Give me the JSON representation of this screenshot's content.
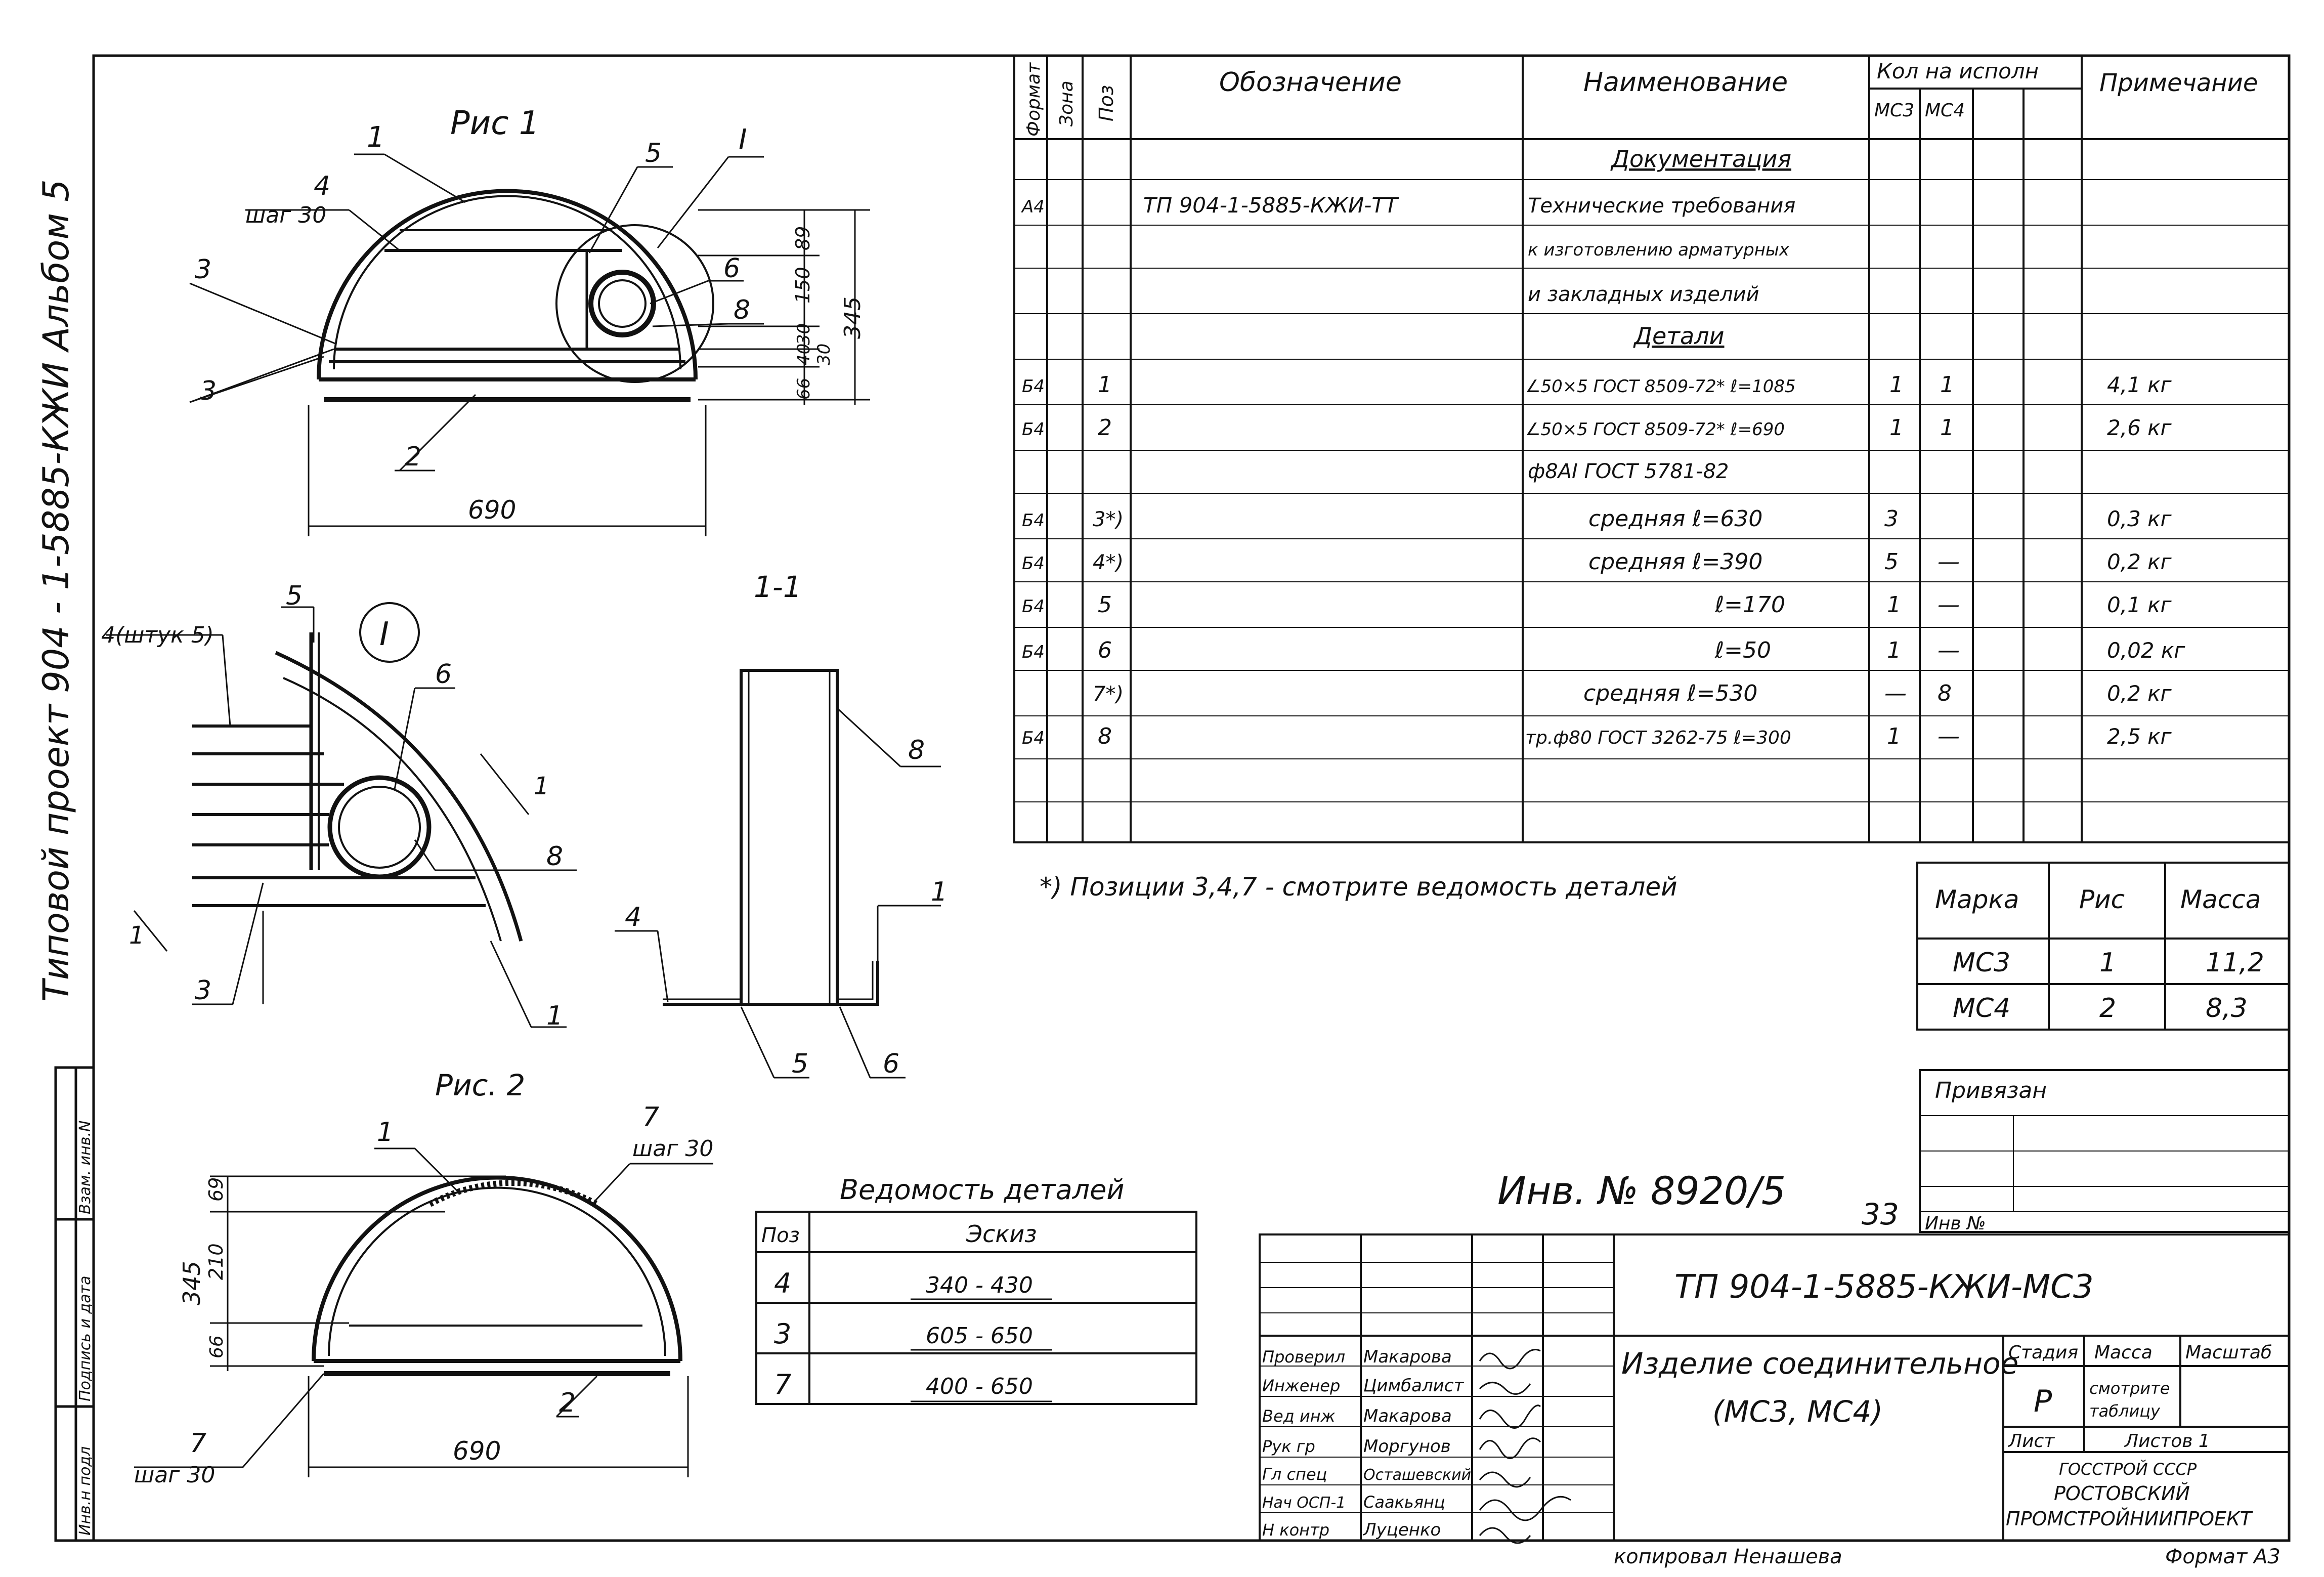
{
  "side": {
    "project_title": "Типовой проект   904 - 1-5885-КЖИ Альбом 5",
    "stamp_cells": [
      "Инв.н подл",
      "Подпись и дата",
      "Взам. инв.N"
    ]
  },
  "fig1": {
    "title": "Рис 1",
    "labels": {
      "l1": "1",
      "l2": "2",
      "l3a": "3",
      "l3b": "3",
      "l4": "4",
      "step": "шаг 30",
      "l5": "5",
      "l6": "6",
      "l8": "8",
      "zoneI": "I"
    },
    "dims": {
      "d89": "89",
      "d150": "150",
      "d30": "30",
      "d40": "40",
      "d66": "66",
      "d30b": "30",
      "d345": "345",
      "width": "690"
    }
  },
  "detailI": {
    "circle_label": "I",
    "labels": {
      "l4": "4(штук 5)",
      "l5": "5",
      "l6": "6",
      "l8": "8",
      "l1": "1",
      "l3": "3",
      "cut1a": "1",
      "cut1b": "1"
    }
  },
  "section": {
    "title": "1-1",
    "labels": {
      "l8": "8",
      "l1": "1",
      "l4": "4",
      "l5": "5",
      "l6": "6"
    }
  },
  "fig2": {
    "title": "Рис. 2",
    "labels": {
      "l1": "1",
      "l7a": "7",
      "step_a": "шаг 30",
      "l7b": "7",
      "step_b": "шаг 30",
      "l2": "2"
    },
    "dims": {
      "d69": "69",
      "d210": "210",
      "d66": "66",
      "d345": "345",
      "width": "690"
    }
  },
  "spec_table": {
    "headers": {
      "format": "Формат",
      "zone": "Зона",
      "pos": "Поз",
      "designation": "Обозначение",
      "name": "Наименование",
      "qty": "Кол на исполн",
      "mc3": "МС3",
      "mc4": "МС4",
      "note": "Примечание"
    },
    "rows": [
      {
        "format": "",
        "pos": "",
        "designation": "",
        "name": "Документация",
        "mc3": "",
        "mc4": "",
        "note": ""
      },
      {
        "format": "А4",
        "pos": "",
        "designation": "ТП 904-1-5885-КЖИ-ТТ",
        "name": "Технические требования",
        "mc3": "",
        "mc4": "",
        "note": ""
      },
      {
        "format": "",
        "pos": "",
        "designation": "",
        "name": "к изготовлению арматурных",
        "mc3": "",
        "mc4": "",
        "note": ""
      },
      {
        "format": "",
        "pos": "",
        "designation": "",
        "name": "и закладных изделий",
        "mc3": "",
        "mc4": "",
        "note": ""
      },
      {
        "format": "",
        "pos": "",
        "designation": "",
        "name": "Детали",
        "mc3": "",
        "mc4": "",
        "note": ""
      },
      {
        "format": "Б4",
        "pos": "1",
        "designation": "",
        "name": "∠50×5 ГОСТ 8509-72* ℓ=1085",
        "mc3": "1",
        "mc4": "1",
        "note": "4,1 кг"
      },
      {
        "format": "Б4",
        "pos": "2",
        "designation": "",
        "name": "∠50×5 ГОСТ 8509-72* ℓ=690",
        "mc3": "1",
        "mc4": "1",
        "note": "2,6 кг"
      },
      {
        "format": "",
        "pos": "",
        "designation": "",
        "name": "ф8АI ГОСТ 5781-82",
        "mc3": "",
        "mc4": "",
        "note": ""
      },
      {
        "format": "Б4",
        "pos": "3*)",
        "designation": "",
        "name": "средняя ℓ=630",
        "mc3": "3",
        "mc4": "",
        "note": "0,3 кг"
      },
      {
        "format": "Б4",
        "pos": "4*)",
        "designation": "",
        "name": "средняя ℓ=390",
        "mc3": "5",
        "mc4": "—",
        "note": "0,2 кг"
      },
      {
        "format": "Б4",
        "pos": "5",
        "designation": "",
        "name": "ℓ=170",
        "mc3": "1",
        "mc4": "—",
        "note": "0,1 кг"
      },
      {
        "format": "Б4",
        "pos": "6",
        "designation": "",
        "name": "ℓ=50",
        "mc3": "1",
        "mc4": "—",
        "note": "0,02 кг"
      },
      {
        "format": "",
        "pos": "7*)",
        "designation": "",
        "name": "средняя ℓ=530",
        "mc3": "—",
        "mc4": "8",
        "note": "0,2 кг"
      },
      {
        "format": "Б4",
        "pos": "8",
        "designation": "",
        "name": "тр.ф80 ГОСТ 3262-75 ℓ=300",
        "mc3": "1",
        "mc4": "—",
        "note": "2,5 кг"
      },
      {
        "format": "",
        "pos": "",
        "designation": "",
        "name": "",
        "mc3": "",
        "mc4": "",
        "note": ""
      },
      {
        "format": "",
        "pos": "",
        "designation": "",
        "name": "",
        "mc3": "",
        "mc4": "",
        "note": ""
      }
    ]
  },
  "footnote": "*) Позиции 3,4,7 - смотрите ведомость деталей",
  "mass_table": {
    "headers": [
      "Марка",
      "Рис",
      "Масса"
    ],
    "rows": [
      [
        "МС3",
        "1",
        "11,2"
      ],
      [
        "МС4",
        "2",
        "8,3"
      ]
    ]
  },
  "details_list": {
    "title": "Ведомость деталей",
    "headers": [
      "Поз",
      "Эскиз"
    ],
    "rows": [
      [
        "4",
        "340 - 430"
      ],
      [
        "3",
        "605 - 650"
      ],
      [
        "7",
        "400 - 650"
      ]
    ]
  },
  "binding": {
    "label": "Привязан",
    "inv_label": "Инв №"
  },
  "inventory": "Инв. № 8920/5",
  "sheet_number": "33",
  "title_block": {
    "code": "ТП 904-1-5885-КЖИ-МС3",
    "item_name_1": "Изделие соединительное",
    "item_name_2": "(МС3, МС4)",
    "stage_label": "Стадия",
    "mass_label": "Масса",
    "scale_label": "Масштаб",
    "stage": "Р",
    "mass_1": "смотрите",
    "mass_2": "таблицу",
    "sheet_label": "Лист",
    "sheets_label": "Листов 1",
    "org_1": "ГОССТРОЙ СССР",
    "org_2": "РОСТОВСКИЙ",
    "org_3": "ПРОМСТРОЙНИИПРОЕКТ",
    "roles": [
      {
        "role": "Проверил",
        "name": "Макарова"
      },
      {
        "role": "Инженер",
        "name": "Цимбалист"
      },
      {
        "role": "Вед инж",
        "name": "Макарова"
      },
      {
        "role": "Рук гр",
        "name": "Моргунов"
      },
      {
        "role": "Гл спец",
        "name": "Осташевский"
      },
      {
        "role": "Нач ОСП-1",
        "name": "Саакьянц"
      },
      {
        "role": "Н контр",
        "name": "Луценко"
      }
    ]
  },
  "copied_by": "копировал Ненашева",
  "format": "Формат А3"
}
